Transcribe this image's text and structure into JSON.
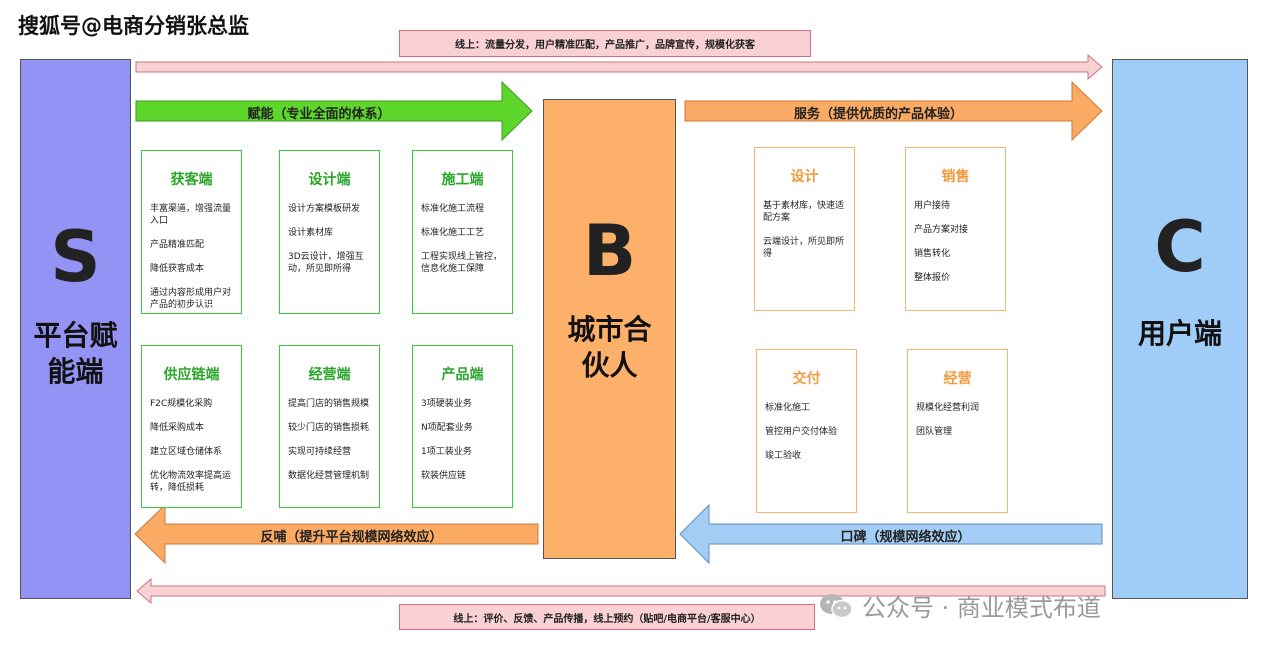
{
  "watermark_top": "搜狐号@电商分销张总监",
  "watermark_bottom": "公众号 · 商业模式布道",
  "top_note": "线上：流量分发，用户精准匹配，产品推广，品牌宣传，规模化获客",
  "bottom_note": "线上：评价、反馈、产品传播，线上预约（贴吧/电商平台/客服中心）",
  "columns": {
    "s": {
      "letter": "S",
      "name_line1": "平台赋",
      "name_line2": "能端",
      "color": "#9393f5"
    },
    "b": {
      "letter": "B",
      "name_line1": "城市合",
      "name_line2": "伙人",
      "color": "#fdb06a"
    },
    "c": {
      "letter": "C",
      "name_line1": "用户端",
      "color": "#9fcdf7"
    }
  },
  "arrows": {
    "empower": "赋能（专业全面的体系）",
    "service": "服务（提供优质的产品体验）",
    "feedback": "反哺（提升平台规模网络效应）",
    "reputation": "口碑（规模网络效应）"
  },
  "colors": {
    "green": "#5ed62b",
    "orange": "#fbaa63",
    "blue": "#a3cdf5",
    "pink": "#f9d0d4"
  },
  "left_cards": [
    {
      "title": "获客端",
      "items": [
        "丰富渠道，增强流量入口",
        "产品精准匹配",
        "降低获客成本",
        "通过内容形成用户对产品的初步认识"
      ]
    },
    {
      "title": "设计端",
      "items": [
        "设计方案模板研发",
        "设计素材库",
        "3D云设计，增强互动，所见即所得"
      ]
    },
    {
      "title": "施工端",
      "items": [
        "标准化施工流程",
        "标准化施工工艺",
        "工程实现线上管控，信息化施工保障"
      ]
    },
    {
      "title": "供应链端",
      "items": [
        "F2C规模化采购",
        "降低采购成本",
        "建立区域仓储体系",
        "优化物流效率提高运转，降低损耗"
      ]
    },
    {
      "title": "经营端",
      "items": [
        "提高门店的销售规模",
        "较少门店的销售损耗",
        "实现可持续经营",
        "数据化经营管理机制"
      ]
    },
    {
      "title": "产品端",
      "items": [
        "3项硬装业务",
        "N项配套业务",
        "1项工装业务",
        "软装供应链"
      ]
    }
  ],
  "right_cards": [
    {
      "title": "设计",
      "items": [
        "基于素材库，快速适配方案",
        "云端设计，所见即所得"
      ]
    },
    {
      "title": "销售",
      "items": [
        "用户接待",
        "产品方案对接",
        "销售转化",
        "整体报价"
      ]
    },
    {
      "title": "交付",
      "items": [
        "标准化施工",
        "管控用户交付体验",
        "竣工验收"
      ]
    },
    {
      "title": "经营",
      "items": [
        "规模化经营利润",
        "团队管理"
      ]
    }
  ]
}
